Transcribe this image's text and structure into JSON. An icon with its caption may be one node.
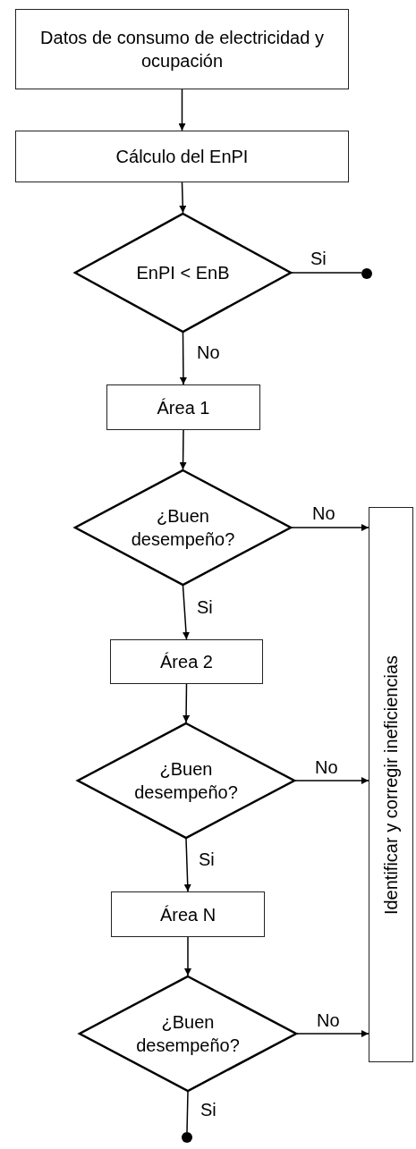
{
  "diagram": {
    "nodes": [
      {
        "text": [
          "Datos de consumo de electricidad y ocupación"
        ]
      },
      {
        "text": [
          "Cálculo del EnPI"
        ]
      },
      {
        "text": [
          "EnPI < EnB"
        ]
      },
      {
        "text": [],
        "shape": "circle"
      },
      {
        "text": [
          "Área 1"
        ]
      },
      {
        "text": [
          "¿Buen desempeño?"
        ]
      },
      {
        "text": [
          "Área 2"
        ]
      },
      {
        "text": [
          "¿Buen desempeño?"
        ]
      },
      {
        "text": [
          "Área N"
        ]
      },
      {
        "text": [
          "¿Buen desempeño?"
        ]
      },
      {
        "text": [],
        "shape": "circle"
      },
      {
        "text": [
          "Identificar y corregir ineficiencias"
        ]
      }
    ],
    "edges": [
      {
        "from": 0,
        "to": 1,
        "arrow": "to"
      },
      {
        "from": 1,
        "to": 2,
        "arrow": "to"
      },
      {
        "from": 2,
        "to": 3,
        "arrow": "none",
        "label": "Si"
      },
      {
        "from": 2,
        "to": 4,
        "arrow": "to",
        "label": "No"
      },
      {
        "from": 4,
        "to": 5,
        "arrow": "to"
      },
      {
        "from": 5,
        "to": 11,
        "arrow": "to",
        "label": "No"
      },
      {
        "from": 5,
        "to": 6,
        "arrow": "to",
        "label": "Si"
      },
      {
        "from": 6,
        "to": 7,
        "arrow": "to"
      },
      {
        "from": 7,
        "to": 11,
        "arrow": "to",
        "label": "No"
      },
      {
        "from": 7,
        "to": 8,
        "arrow": "to",
        "label": "Si"
      },
      {
        "from": 8,
        "to": 9,
        "arrow": "to"
      },
      {
        "from": 9,
        "to": 11,
        "arrow": "to",
        "label": "No"
      },
      {
        "from": 9,
        "to": 10,
        "arrow": "none",
        "label": "Si"
      }
    ]
  }
}
